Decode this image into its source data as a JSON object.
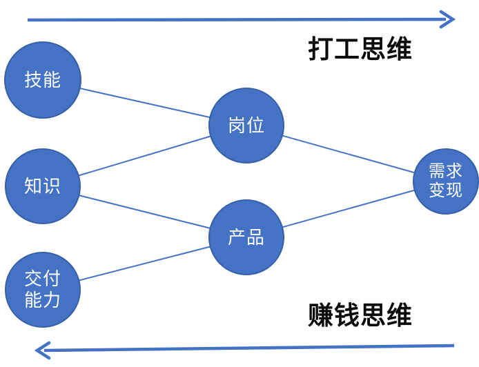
{
  "diagram": {
    "background": "#FFFFFF",
    "titles": {
      "top": "打工思维",
      "bottom": "赚钱思维"
    },
    "nodes": [
      {
        "id": "skill",
        "label": "技能"
      },
      {
        "id": "knowledge",
        "label": "知识"
      },
      {
        "id": "delivery",
        "label": "交付\n能力"
      },
      {
        "id": "post",
        "label": "岗位"
      },
      {
        "id": "product",
        "label": "产品"
      },
      {
        "id": "demand",
        "label": "需求\n变现"
      }
    ],
    "edges": [
      {
        "from": "技能",
        "to": "岗位"
      },
      {
        "from": "知识",
        "to": "岗位"
      },
      {
        "from": "知识",
        "to": "产品"
      },
      {
        "from": "交付能力",
        "to": "产品"
      },
      {
        "from": "岗位",
        "to": "需求变现"
      },
      {
        "from": "产品",
        "to": "需求变现"
      }
    ],
    "arrows": [
      {
        "id": "top-arrow",
        "direction": "left-to-right"
      },
      {
        "id": "bottom-arrow",
        "direction": "right-to-left"
      }
    ],
    "colors": {
      "node_fill": "#4472C4",
      "node_border": "#3560A8",
      "connector": "#4472C4",
      "arrow": "#4472C4",
      "title_text": "#0A0A0A",
      "node_text": "#FFFFFF"
    }
  }
}
